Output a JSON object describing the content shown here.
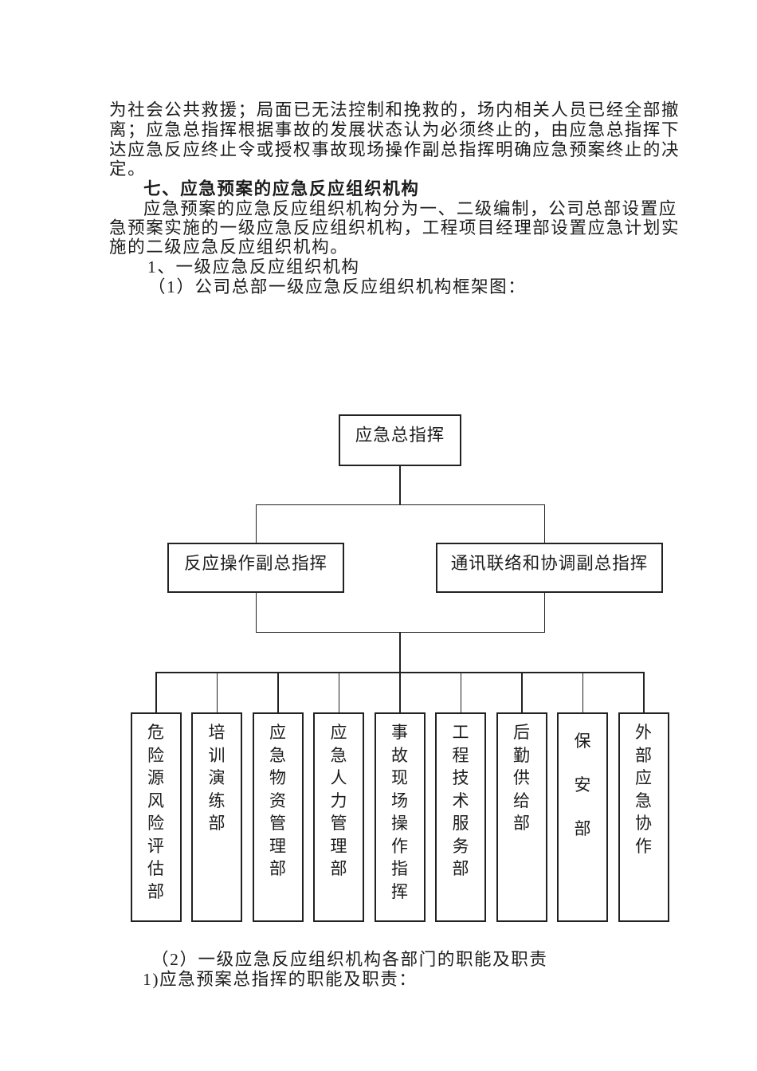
{
  "page": {
    "background": "#ffffff",
    "text_color": "#1c1c1c",
    "line_color": "#222222"
  },
  "document": {
    "paragraph_continuation": {
      "lines": [
        "为社会公共救援；局面已无法控制和挽救的，场内相关人员已经全部撤",
        "离；应急总指挥根据事故的发展状态认为必须终止的，由应急总指挥下",
        "达应急反应终止令或授权事故现场操作副总指挥明确应急预案终止的决",
        "定。"
      ]
    },
    "section_heading": "七、应急预案的应急反应组织机构",
    "paragraph_overview": {
      "lines": [
        "应急预案的应急反应组织机构分为一、二级编制，公司总部设置应",
        "急预案实施的一级应急反应组织机构，工程项目经理部设置应急计划实",
        "施的二级应急反应组织机构。"
      ]
    },
    "list_item_1": "1、一级应急反应组织机构",
    "list_item_1_1": "（1）公司总部一级应急反应组织机构框架图：",
    "list_item_2": "（2）一级应急反应组织机构各部门的职能及职责",
    "list_item_2_1": "1)应急预案总指挥的职能及职责："
  },
  "org_chart": {
    "type": "org-diagram",
    "root": "应急总指挥",
    "deputies": [
      "反应操作副总指挥",
      "通讯联络和协调副总指挥"
    ],
    "departments": [
      "危险源风险评估部",
      "培训演练部",
      "应急物资管理部",
      "应急人力管理部",
      "事故现场操作指挥",
      "工程技术服务部",
      "后勤供给部",
      "保安部",
      "外部应急协作"
    ]
  }
}
